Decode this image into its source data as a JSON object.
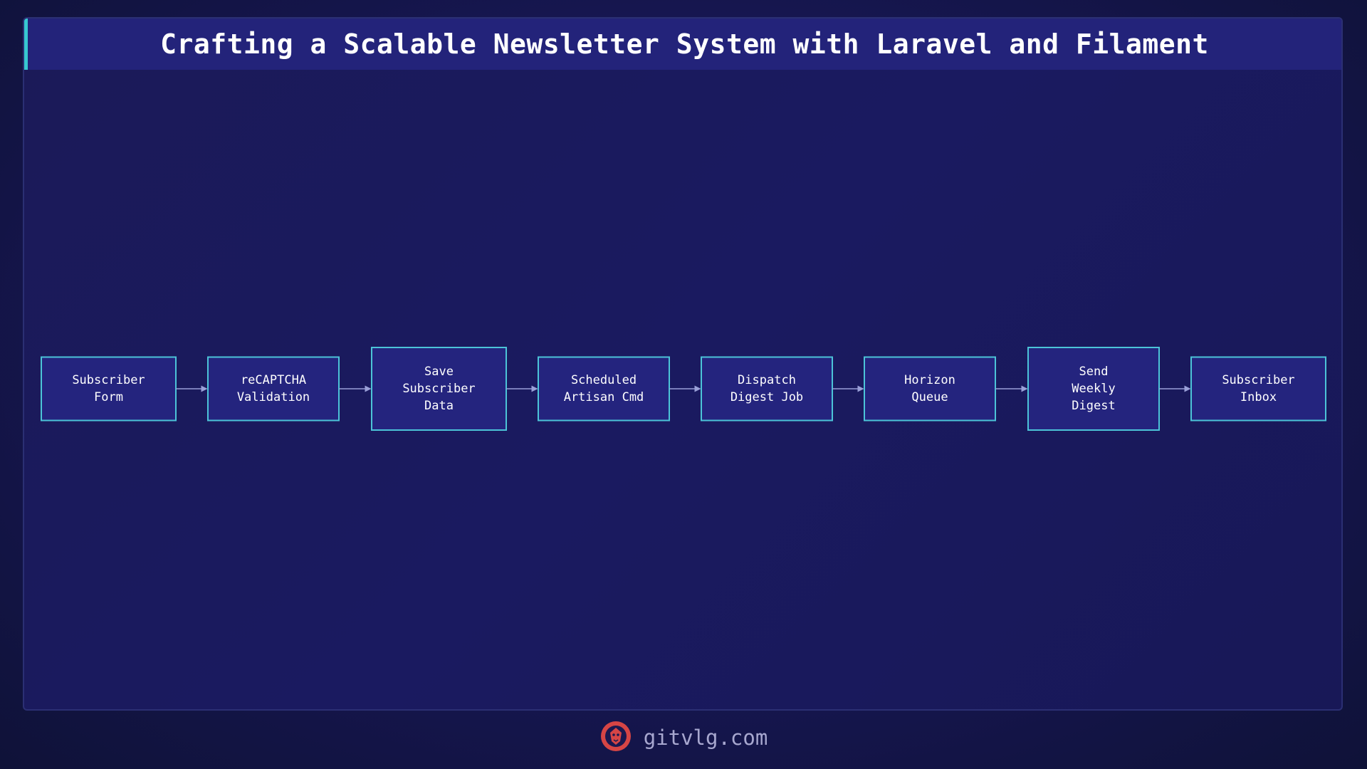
{
  "header": {
    "title": "Crafting a Scalable Newsletter System with Laravel and Filament"
  },
  "flow": {
    "nodes": [
      {
        "lines": [
          "Subscriber",
          "Form"
        ]
      },
      {
        "lines": [
          "reCAPTCHA",
          "Validation"
        ]
      },
      {
        "lines": [
          "Save",
          "Subscriber",
          "Data"
        ]
      },
      {
        "lines": [
          "Scheduled",
          "Artisan Cmd"
        ]
      },
      {
        "lines": [
          "Dispatch",
          "Digest Job"
        ]
      },
      {
        "lines": [
          "Horizon",
          "Queue"
        ]
      },
      {
        "lines": [
          "Send",
          "Weekly",
          "Digest"
        ]
      },
      {
        "lines": [
          "Subscriber",
          "Inbox"
        ]
      }
    ]
  },
  "footer": {
    "site": "gitvlg.com",
    "logo_icon": "lion-head-icon"
  },
  "colors": {
    "accent": "#37c8d0",
    "node_fill": "#24247e",
    "node_border": "#4cc4d8",
    "logo": "#d64545"
  }
}
